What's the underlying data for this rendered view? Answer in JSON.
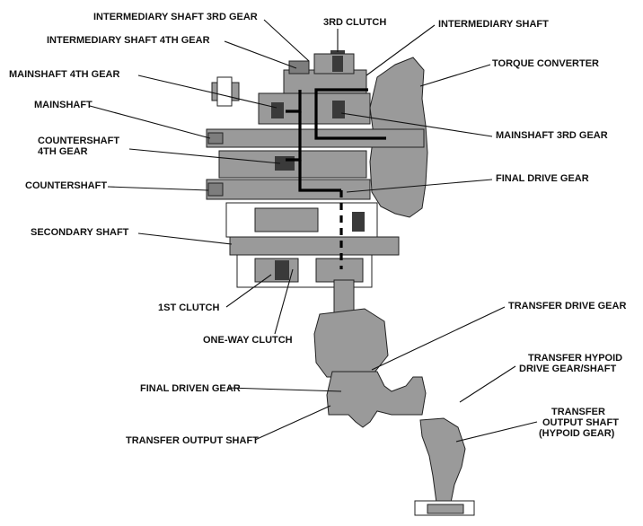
{
  "labels": {
    "intermediary_shaft_3rd_gear": "INTERMEDIARY SHAFT 3RD GEAR",
    "third_clutch": "3RD CLUTCH",
    "intermediary_shaft": "INTERMEDIARY SHAFT",
    "intermediary_shaft_4th_gear": "INTERMEDIARY SHAFT 4TH GEAR",
    "torque_converter": "TORQUE CONVERTER",
    "mainshaft_4th_gear": "MAINSHAFT 4TH GEAR",
    "mainshaft": "MAINSHAFT",
    "countershaft_4th_gear_line1": "COUNTERSHAFT",
    "countershaft_4th_gear_line2": "4TH GEAR",
    "mainshaft_3rd_gear": "MAINSHAFT 3RD GEAR",
    "final_drive_gear": "FINAL DRIVE GEAR",
    "countershaft": "COUNTERSHAFT",
    "secondary_shaft": "SECONDARY SHAFT",
    "first_clutch": "1ST CLUTCH",
    "one_way_clutch": "ONE-WAY CLUTCH",
    "transfer_drive_gear": "TRANSFER DRIVE GEAR",
    "transfer_hypoid_line1": "TRANSFER HYPOID",
    "transfer_hypoid_line2": "DRIVE GEAR/SHAFT",
    "final_driven_gear": "FINAL DRIVEN GEAR",
    "transfer_output_hypoid_line1": "TRANSFER",
    "transfer_output_hypoid_line2": "OUTPUT SHAFT",
    "transfer_output_hypoid_line3": "(HYPOID GEAR)",
    "transfer_output_shaft": "TRANSFER OUTPUT SHAFT"
  }
}
